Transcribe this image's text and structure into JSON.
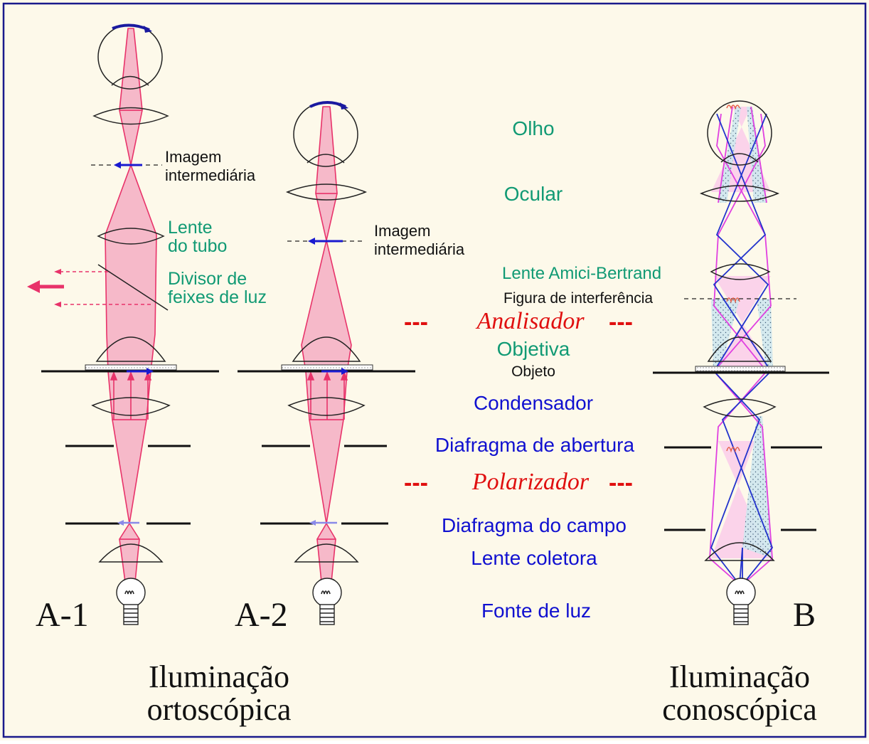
{
  "colors": {
    "background": "#fdf9ea",
    "frame": "#1a1a8c",
    "beam_fill": "#f6b9c9",
    "beam_stroke": "#e8336a",
    "label_green": "#119a74",
    "label_blue": "#1010d0",
    "label_red": "#e01010",
    "magenta": "#e040e0",
    "blue_ray": "#2233cc",
    "dotted_fill": "#cfe7ee"
  },
  "center_labels": {
    "olho": "Olho",
    "ocular": "Ocular",
    "analisador": "Analisador",
    "objetiva": "Objetiva",
    "objeto": "Objeto",
    "condensador": "Condensador",
    "diafragma_abertura": "Diafragma de abertura",
    "polarizador": "Polarizador",
    "diafragma_campo": "Diafragma do campo",
    "lente_coletora": "Lente coletora",
    "fonte_luz": "Fonte de luz",
    "dash": "---"
  },
  "a1": {
    "title": "A-1",
    "imagem_line1": "Imagem",
    "imagem_line2": "intermediária",
    "lente_line1": "Lente",
    "lente_line2": "do tubo",
    "divisor_line1": "Divisor de",
    "divisor_line2": "feixes de luz"
  },
  "a2": {
    "title": "A-2",
    "imagem_line1": "Imagem",
    "imagem_line2": "intermediária"
  },
  "b": {
    "title": "B",
    "amici": "Lente Amici-Bertrand",
    "figura": "Figura de interferência"
  },
  "captions": {
    "orto_line1": "Iluminação",
    "orto_line2": "ortoscópica",
    "cono_line1": "Iluminação",
    "cono_line2": "conoscópica"
  }
}
